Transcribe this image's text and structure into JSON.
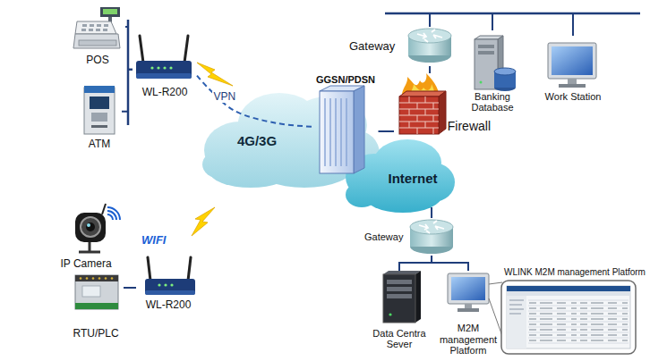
{
  "diagram": {
    "nodes": [
      {
        "text": [
          "POS"
        ]
      },
      {
        "text": [
          "ATM"
        ]
      },
      {
        "text": [
          "WL-R200"
        ]
      },
      {
        "text": [
          "4G/3G"
        ]
      },
      {
        "text": [
          "GGSN/PDSN"
        ]
      },
      {
        "text": [
          "Internet"
        ]
      },
      {
        "text": [
          "Firewall"
        ]
      },
      {
        "text": [
          "Gateway"
        ]
      },
      {
        "text": [
          "Banking Database"
        ]
      },
      {
        "text": [
          "Work Station"
        ]
      },
      {
        "text": [
          "IP Camera"
        ]
      },
      {
        "text": [
          "RTU/PLC"
        ]
      },
      {
        "text": [
          "WL-R200"
        ]
      },
      {
        "text": [
          "Gateway"
        ]
      },
      {
        "text": [
          "Data Centra Sever"
        ]
      },
      {
        "text": [
          "M2M management Platform"
        ]
      },
      {
        "text": [
          "WLINK M2M management Platform"
        ]
      }
    ],
    "edges": [
      {
        "from": 0,
        "to": 2,
        "arrow": "none"
      },
      {
        "from": 1,
        "to": 2,
        "arrow": "none"
      },
      {
        "from": 2,
        "to": 4,
        "label": "VPN",
        "arrow": "none"
      },
      {
        "from": 4,
        "to": 6,
        "arrow": "none"
      },
      {
        "from": 6,
        "to": 7,
        "arrow": "none"
      },
      {
        "from": 7,
        "to": 8,
        "arrow": "none"
      },
      {
        "from": 7,
        "to": 9,
        "arrow": "none"
      },
      {
        "from": 11,
        "to": 12,
        "arrow": "none"
      },
      {
        "from": 5,
        "to": 13,
        "arrow": "none"
      },
      {
        "from": 13,
        "to": 14,
        "arrow": "none"
      },
      {
        "from": 13,
        "to": 15,
        "arrow": "none"
      }
    ],
    "labels": [
      "WIFI"
    ]
  }
}
